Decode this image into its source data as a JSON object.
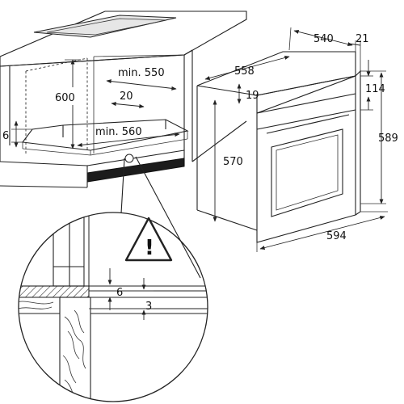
{
  "dimensions": {
    "cabinet_height": "600",
    "cabinet_min_depth": "min. 550",
    "cabinet_rail_offset": "20",
    "cabinet_min_width": "min. 560",
    "shelf_offset": "6",
    "oven_width_top": "558",
    "oven_depth": "540",
    "oven_door_thickness": "21",
    "oven_frame_top": "19",
    "oven_frame_side": "114",
    "oven_body_height": "570",
    "oven_total_height": "589",
    "oven_front_width": "594",
    "detail_gap": "6",
    "detail_rail": "3"
  },
  "warning": {
    "symbol": "!"
  }
}
